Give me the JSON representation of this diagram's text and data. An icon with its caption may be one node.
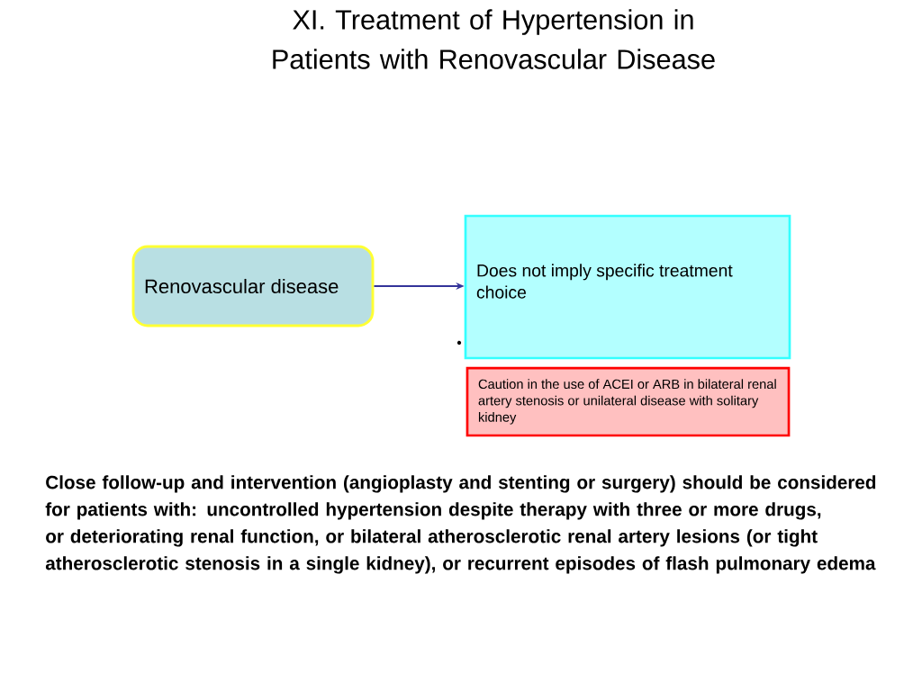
{
  "diagram": {
    "title": "XI. Treatment of Hypertension in Patients with Renovascular Disease",
    "nodes": [
      {
        "text": [
          "Renovascular disease"
        ]
      },
      {
        "text": [
          "Does not imply specific treatment choice"
        ]
      },
      {
        "text": [
          "Caution in the use of ACEI or ARB in bilateral renal artery stenosis or unilateral disease with solitary kidney"
        ]
      }
    ],
    "edges": [
      {
        "from": 0,
        "to": 1,
        "arrow": "to"
      }
    ],
    "labels": [
      "Close follow-up and intervention (angioplasty and stenting or surgery) should be considered for patients with: uncontrolled hypertension despite therapy with three or more drugs, or deteriorating renal function, or bilateral atherosclerotic renal artery lesions (or tight atherosclerotic stenosis in a single kidney), or recurrent episodes of flash pulmonary edema"
    ]
  }
}
